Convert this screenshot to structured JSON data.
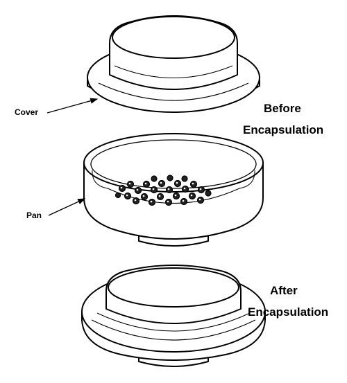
{
  "labels": {
    "cover": "Cover",
    "pan": "Pan",
    "before_line1": "Before",
    "before_line2": "Encapsulation",
    "after_line1": "After",
    "after_line2": "Encapsulation"
  },
  "colors": {
    "stroke": "#000000",
    "fill": "#ffffff",
    "background": "#ffffff"
  },
  "icons": {
    "cover": "dish-cover-icon",
    "pan": "dish-pan-icon",
    "sealed": "sealed-capsule-icon"
  }
}
